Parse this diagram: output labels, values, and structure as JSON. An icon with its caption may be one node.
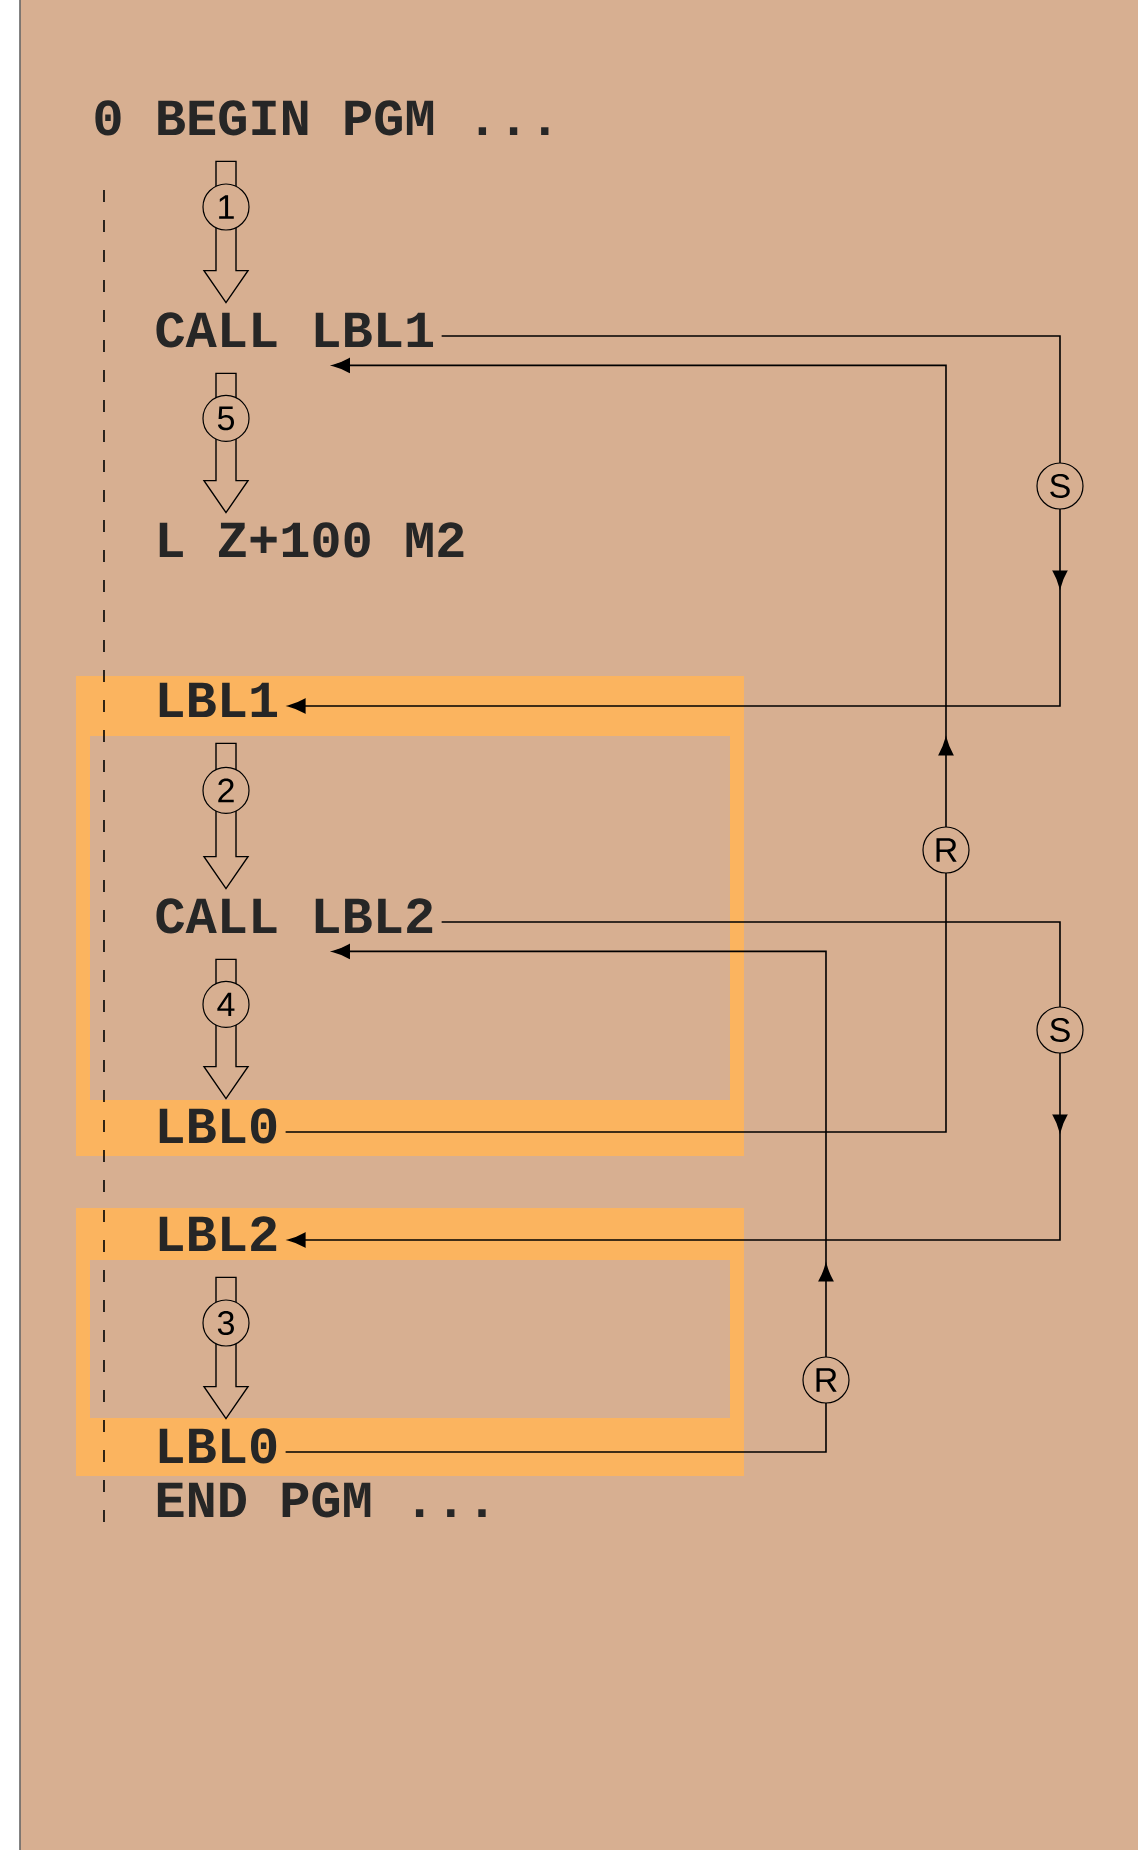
{
  "diagram": {
    "nodes": [
      {
        "text": [
          "0 BEGIN PGM ..."
        ]
      },
      {
        "text": [
          "CALL LBL1"
        ]
      },
      {
        "text": [
          "L Z+100 M2"
        ]
      },
      {
        "text": [
          "LBL1"
        ]
      },
      {
        "text": [
          "CALL LBL2"
        ]
      },
      {
        "text": [
          "LBL0"
        ]
      },
      {
        "text": [
          "LBL2"
        ]
      },
      {
        "text": [
          "LBL0"
        ]
      },
      {
        "text": [
          "END PGM ..."
        ]
      }
    ],
    "edges": [
      {
        "from": 0,
        "to": 1,
        "arrow": "to",
        "label": "1",
        "style": "thick"
      },
      {
        "from": 1,
        "to": 2,
        "arrow": "to",
        "label": "5",
        "style": "thick"
      },
      {
        "from": 3,
        "to": 4,
        "arrow": "to",
        "label": "2",
        "style": "thick"
      },
      {
        "from": 4,
        "to": 5,
        "arrow": "to",
        "label": "4",
        "style": "thick"
      },
      {
        "from": 6,
        "to": 7,
        "arrow": "to",
        "label": "3",
        "style": "thick"
      },
      {
        "from": 1,
        "to": 3,
        "arrow": "to",
        "label": "S"
      },
      {
        "from": 5,
        "to": 1,
        "arrow": "to",
        "label": "R"
      },
      {
        "from": 4,
        "to": 6,
        "arrow": "to",
        "label": "S"
      },
      {
        "from": 7,
        "to": 4,
        "arrow": "to",
        "label": "R"
      }
    ]
  }
}
